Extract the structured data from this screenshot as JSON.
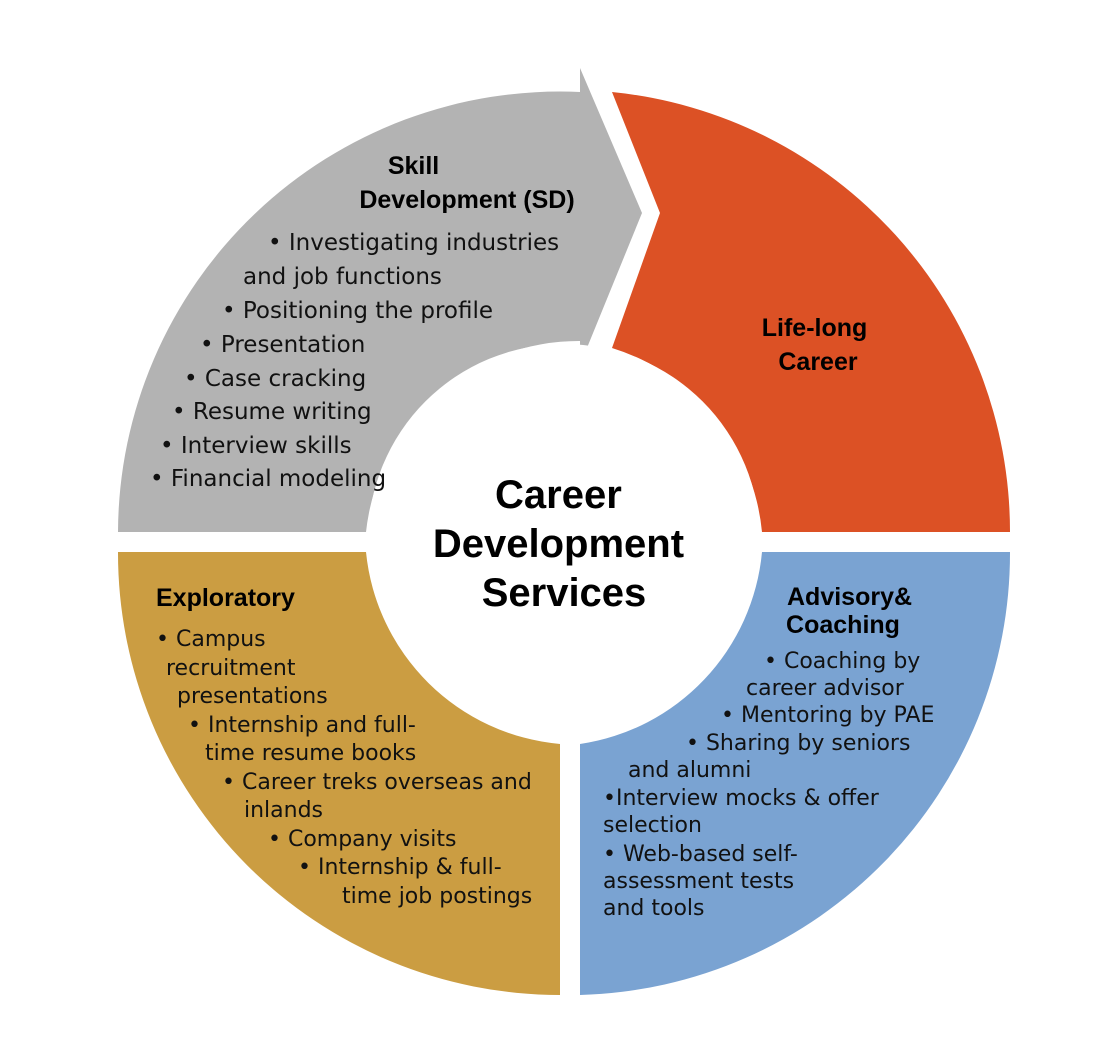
{
  "center": {
    "lines": [
      "Career",
      "Development",
      "Services"
    ]
  },
  "colors": {
    "skill": "#b3b3b3",
    "lifelong": "#dc5125",
    "advisory": "#7aa3d2",
    "exploratory": "#cb9d42",
    "center": "#ffffff"
  },
  "segments": {
    "skill": {
      "title": [
        "Skill",
        "Development (SD)"
      ],
      "items": [
        "• Investigating industries",
        "and job functions",
        "• Positioning the profile",
        "• Presentation",
        "• Case cracking",
        "• Resume writing",
        "• Interview skills",
        "• Financial modeling"
      ]
    },
    "lifelong": {
      "title": [
        "Life-long",
        "Career"
      ]
    },
    "advisory": {
      "title": [
        "Advisory&",
        "Coaching"
      ],
      "items": [
        "• Coaching by",
        "career advisor",
        "• Mentoring by PAE",
        "• Sharing by seniors",
        "and alumni",
        "•Interview mocks & offer",
        "selection",
        "• Web-based self-",
        "assessment tests",
        "and tools"
      ]
    },
    "exploratory": {
      "title": [
        "Exploratory"
      ],
      "items": [
        "• Campus",
        "recruitment",
        "presentations",
        "• Internship and full-",
        "time resume books",
        "• Career treks overseas and",
        "inlands",
        "• Company visits",
        "• Internship & full-",
        "time job postings"
      ]
    }
  }
}
